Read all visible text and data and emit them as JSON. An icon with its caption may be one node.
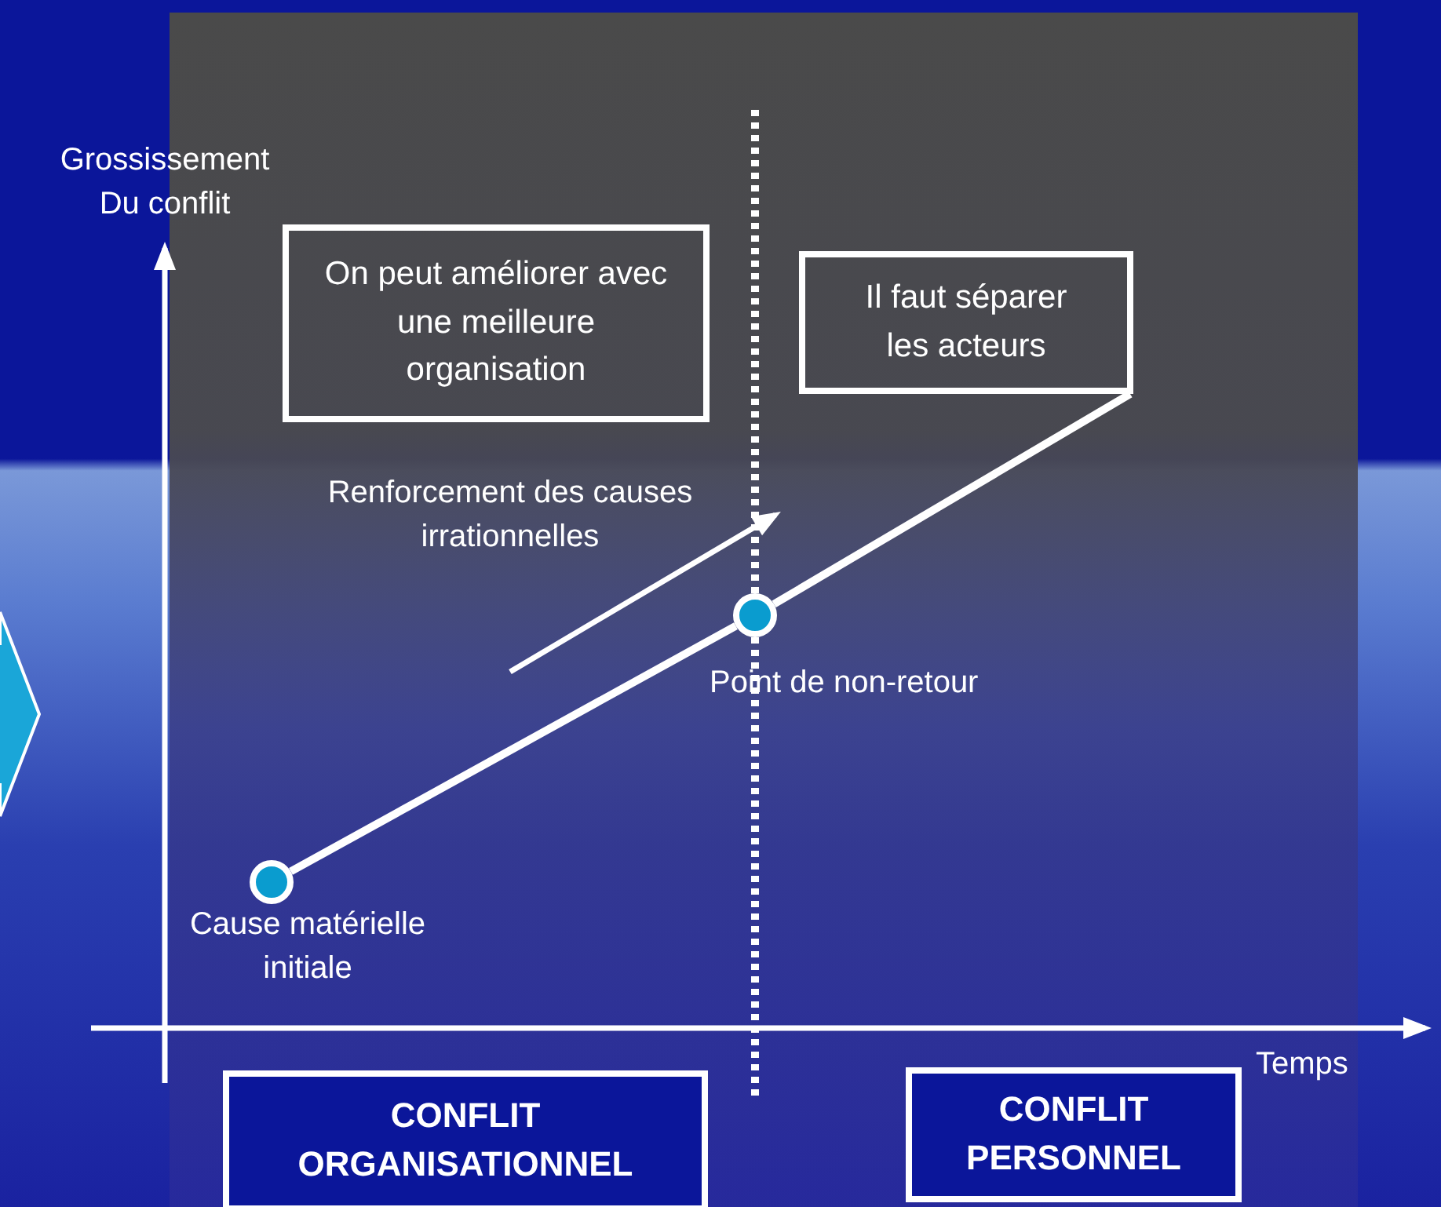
{
  "diagram": {
    "nodes": [
      {
        "text": [
          "On peut améliorer avec une meilleure organisation"
        ]
      },
      {
        "text": [
          "Il faut séparer les acteurs"
        ]
      },
      {
        "text": [],
        "shape": "circle",
        "beside": [
          "Point de non-retour"
        ]
      },
      {
        "text": [],
        "shape": "circle",
        "beside": [
          "Cause matérielle initiale"
        ]
      },
      {
        "text": [
          "CONFLIT ORGANISATIONNEL"
        ]
      },
      {
        "text": [
          "CONFLIT PERSONNEL"
        ]
      }
    ],
    "edges": [
      {
        "from": 3,
        "to": 2,
        "arrow": "none"
      },
      {
        "from": 2,
        "to": 1,
        "arrow": "none"
      }
    ],
    "labels": [
      "Grossissement Du conflit",
      "Renforcement des causes irrationnelles",
      "Temps"
    ]
  }
}
